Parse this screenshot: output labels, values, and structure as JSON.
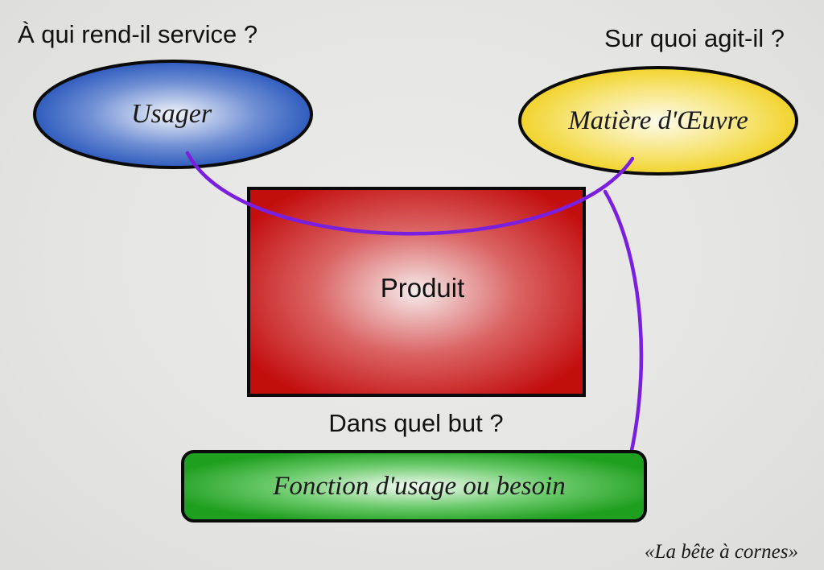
{
  "questions": {
    "who": "À qui rend-il service ?",
    "what": "Sur quoi agit-il ?",
    "why": "Dans quel but ?"
  },
  "nodes": {
    "user": "Usager",
    "material": "Matière d'Œuvre",
    "product": "Produit",
    "function": "Fonction d'usage ou besoin"
  },
  "caption": "«La bête à cornes»",
  "colors": {
    "user": "#1f4fb8",
    "material": "#f2d21f",
    "product": "#c81414",
    "function": "#22a322",
    "arrow": "#7a1fe0"
  }
}
